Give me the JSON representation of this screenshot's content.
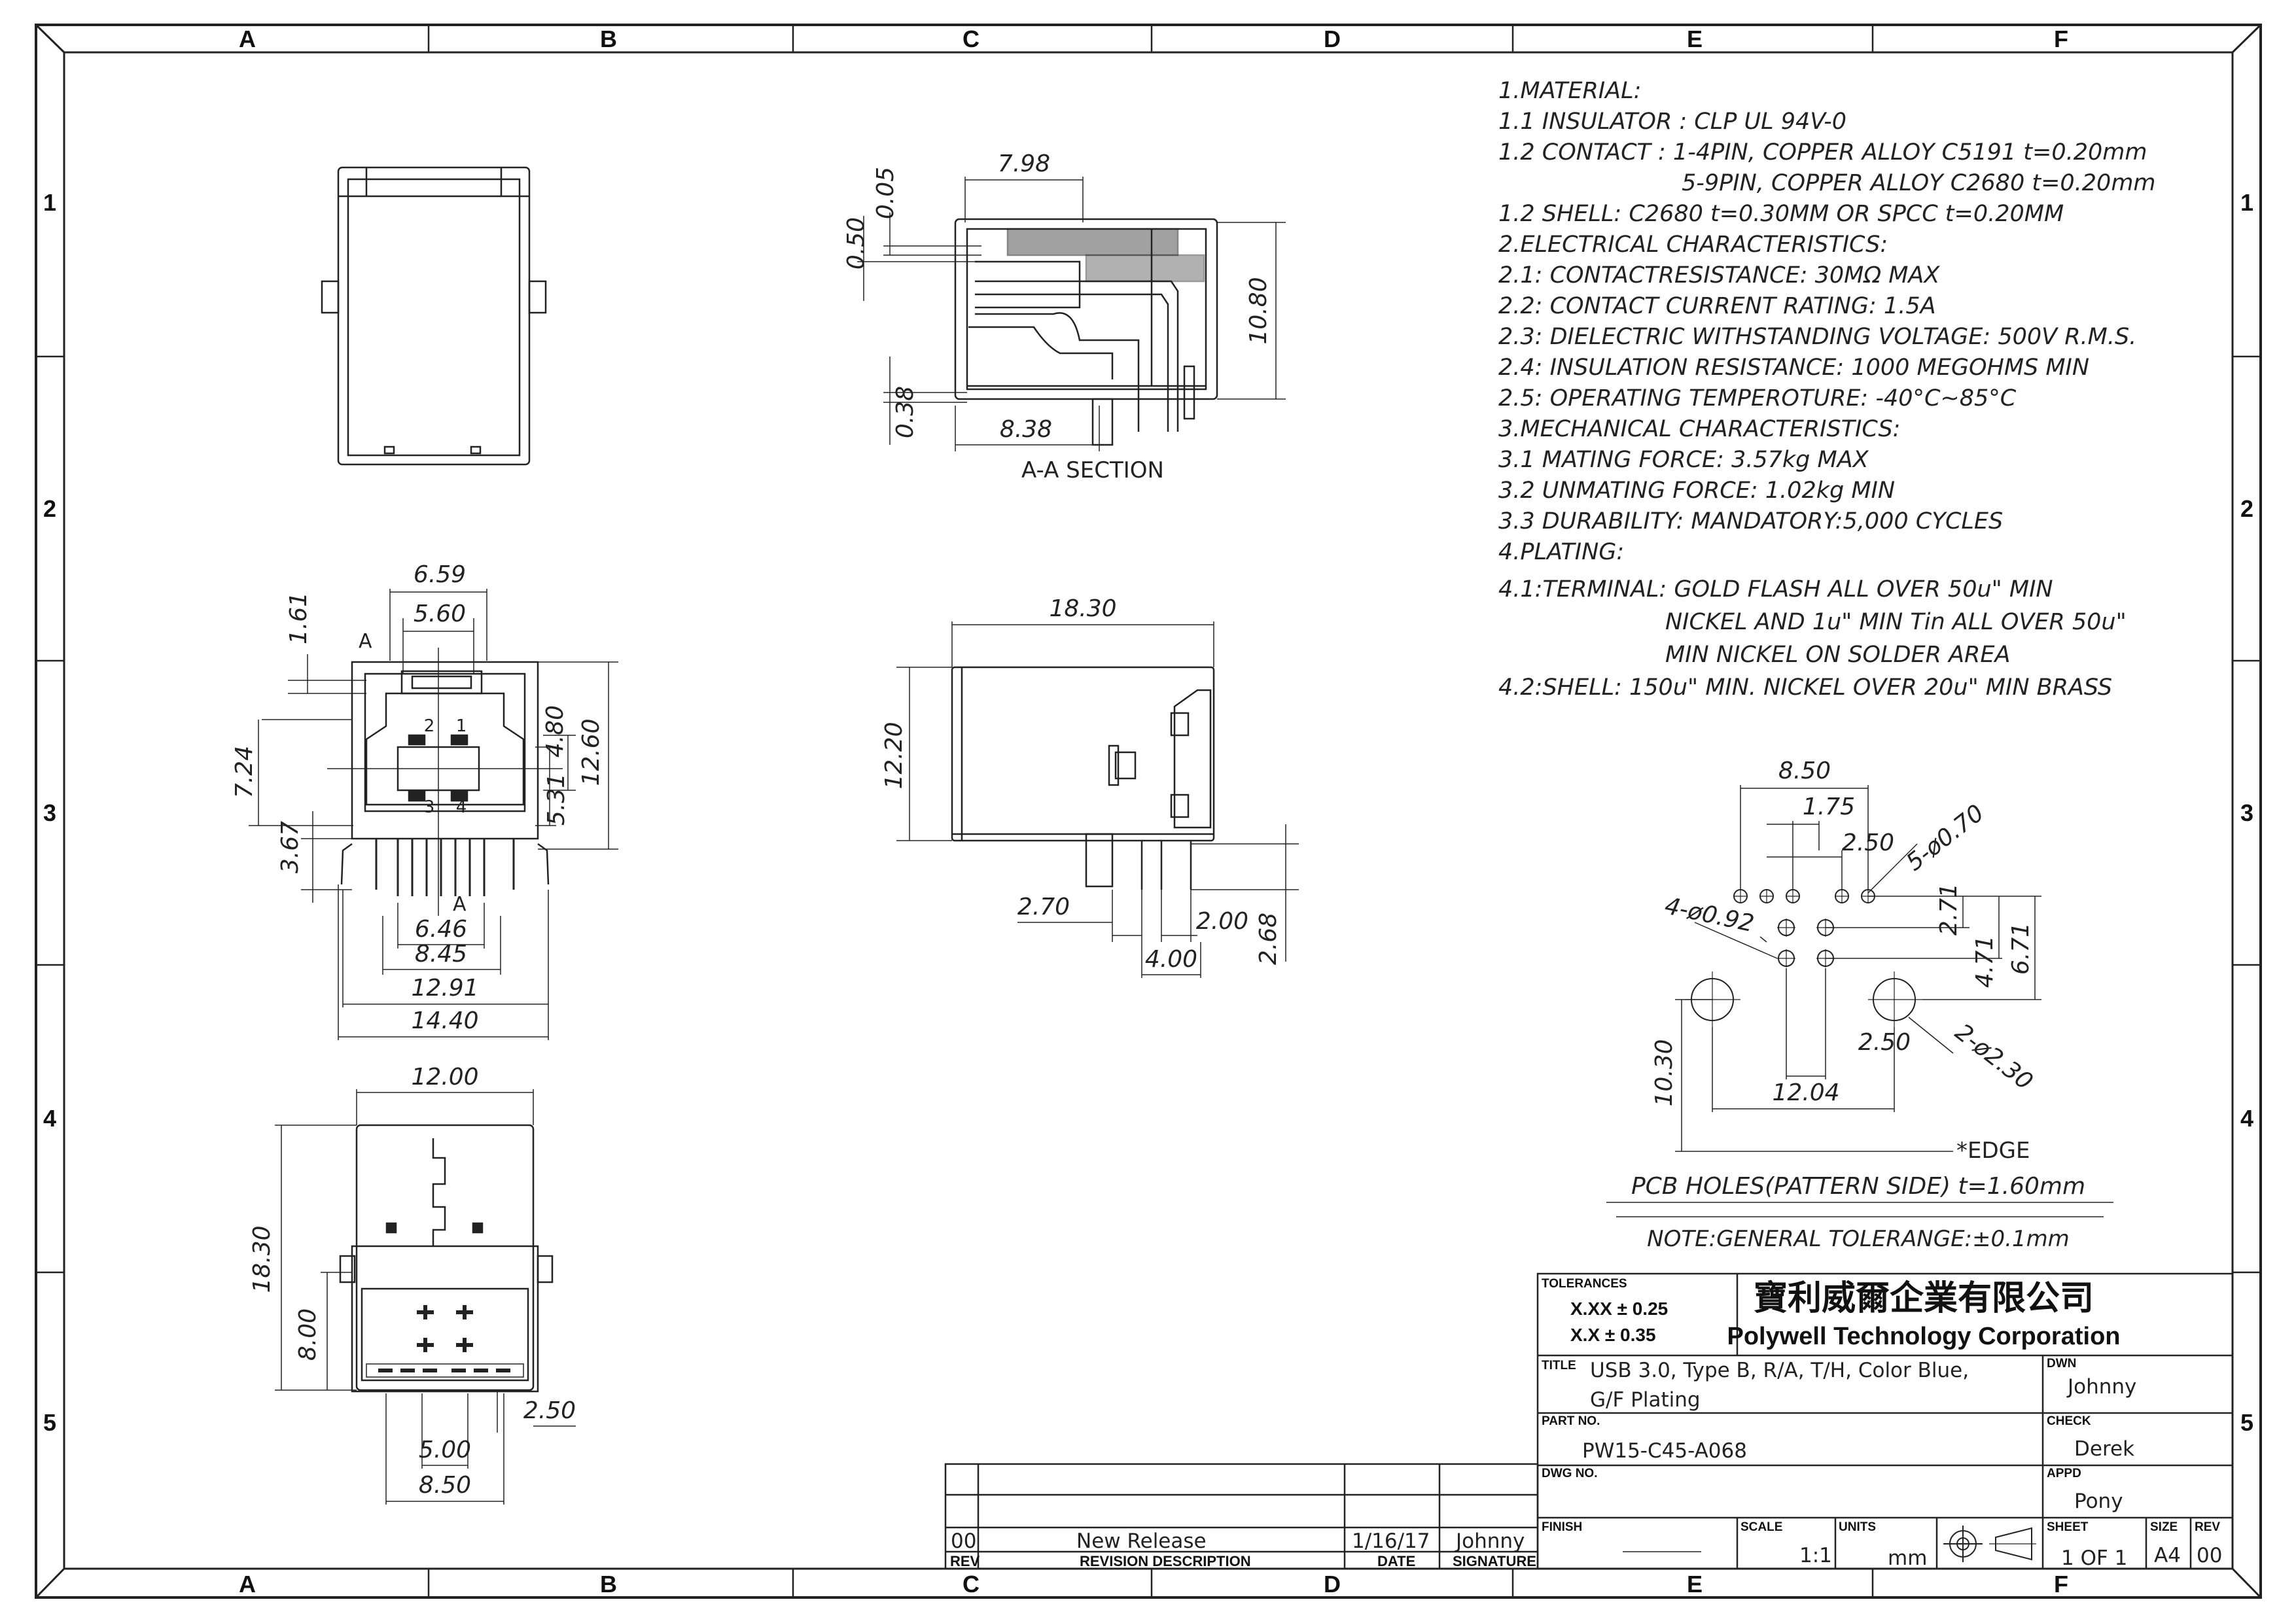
{
  "frame": {
    "cols": [
      "A",
      "B",
      "C",
      "D",
      "E",
      "F"
    ],
    "rows": [
      "1",
      "2",
      "3",
      "4",
      "5"
    ]
  },
  "views": {
    "section_label": "A-A SECTION",
    "section_marker": "A",
    "pin_labels": [
      "2",
      "1",
      "3",
      "4"
    ]
  },
  "dims": {
    "top": [
      "7.98",
      "0.05",
      "0.50",
      "10.80",
      "0.38",
      "8.38"
    ],
    "front": [
      "6.59",
      "5.60",
      "1.61",
      "4.80",
      "12.60",
      "7.24",
      "5.31",
      "3.67",
      "6.46",
      "8.45",
      "12.91",
      "14.40"
    ],
    "bottom": [
      "12.00",
      "18.30",
      "8.00",
      "2.50",
      "5.00",
      "8.50"
    ],
    "side": [
      "18.30",
      "12.20",
      "2.70",
      "2.00",
      "4.00",
      "2.68"
    ],
    "pcb": [
      "8.50",
      "1.75",
      "2.50",
      "5-ø0.70",
      "4-ø0.92",
      "2.71",
      "4.71",
      "6.71",
      "2.50",
      "2-ø2.30",
      "12.04",
      "10.30"
    ]
  },
  "notes": [
    "1.MATERIAL:",
    "1.1  INSULATOR : CLP UL 94V-0",
    "1.2  CONTACT :  1-4PIN, COPPER ALLOY C5191  t=0.20mm",
    "5-9PIN, COPPER ALLOY C2680  t=0.20mm",
    "1.2  SHELL: C2680  t=0.30MM  OR  SPCC  t=0.20MM",
    "2.ELECTRICAL  CHARACTERISTICS:",
    "2.1:  CONTACTRESISTANCE: 30MΩ  MAX",
    "2.2:  CONTACT  CURRENT  RATING: 1.5A",
    "2.3:  DIELECTRIC  WITHSTANDING  VOLTAGE: 500V  R.M.S.",
    "2.4:  INSULATION  RESISTANCE: 1000  MEGOHMS  MIN",
    "2.5:  OPERATING  TEMPEROTURE: -40°C~85°C",
    "3.MECHANICAL  CHARACTERISTICS:",
    "3.1  MATING  FORCE: 3.57kg  MAX",
    "3.2  UNMATING  FORCE: 1.02kg  MIN",
    "3.3  DURABILITY:  MANDATORY:5,000  CYCLES",
    "4.PLATING:",
    "4.1:TERMINAL:  GOLD  FLASH  ALL  OVER  50u\"  MIN",
    "NICKEL  AND  1u\"  MIN  Tin  ALL  OVER  50u\"",
    "MIN  NICKEL  ON  SOLDER  AREA",
    "4.2:SHELL:  150u\"  MIN.  NICKEL  OVER  20u\"  MIN  BRASS"
  ],
  "pcb_notes": {
    "edge": "*EDGE",
    "holes": "PCB  HOLES(PATTERN  SIDE)  t=1.60mm",
    "tolerance": "NOTE:GENERAL  TOLERANGE:±0.1mm"
  },
  "title_block": {
    "tolerances_label": "TOLERANCES",
    "tol1": "X.XX  ±  0.25",
    "tol2": "X.X    ±  0.35",
    "company_cn": "寶利威爾企業有限公司",
    "company_en": "Polywell Technology Corporation",
    "title_label": "TITLE",
    "title_line1": "USB 3.0, Type B, R/A, T/H, Color Blue,",
    "title_line2": "G/F Plating",
    "dwn_label": "DWN",
    "dwn": "Johnny",
    "part_label": "PART NO.",
    "part": "PW15-C45-A068",
    "check_label": "CHECK",
    "check": "Derek",
    "dwg_label": "DWG NO.",
    "appd_label": "APPD",
    "appd": "Pony",
    "finish_label": "FINISH",
    "scale_label": "SCALE",
    "scale": "1:1",
    "units_label": "UNITS",
    "units": "mm",
    "sheet_label": "SHEET",
    "sheet": "1  OF  1",
    "size_label": "SIZE",
    "size": "A4",
    "rev_label": "REV",
    "rev": "00"
  },
  "revision": {
    "rev": "00",
    "desc": "New Release",
    "date": "1/16/17",
    "sig": "Johnny",
    "h_rev": "REV",
    "h_desc": "REVISION  DESCRIPTION",
    "h_date": "DATE",
    "h_sig": "SIGNATURE"
  }
}
